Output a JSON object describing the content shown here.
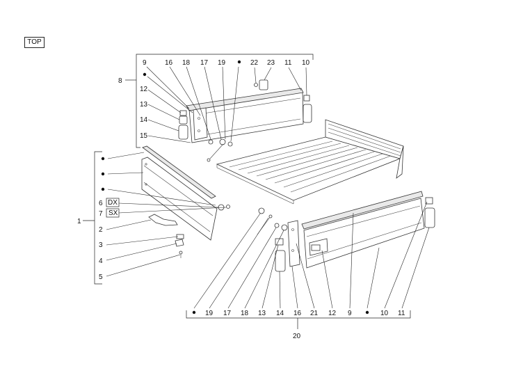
{
  "top_label": "TOP",
  "diagram": {
    "group_1": {
      "number": "1",
      "items": [
        "•",
        "•",
        "•",
        "6",
        "DX",
        "7",
        "SX",
        "2",
        "3",
        "4",
        "5"
      ]
    },
    "group_8": {
      "number": "8",
      "row_top": [
        "9",
        "16",
        "18",
        "17",
        "19",
        "•",
        "22",
        "23",
        "11",
        "10"
      ],
      "left_col": [
        "•",
        "12",
        "13",
        "14",
        "15"
      ]
    },
    "group_20": {
      "number": "20",
      "row_bottom": [
        "•",
        "19",
        "17",
        "18",
        "13",
        "14",
        "16",
        "21",
        "12",
        "9",
        "•",
        "10",
        "11"
      ]
    }
  }
}
